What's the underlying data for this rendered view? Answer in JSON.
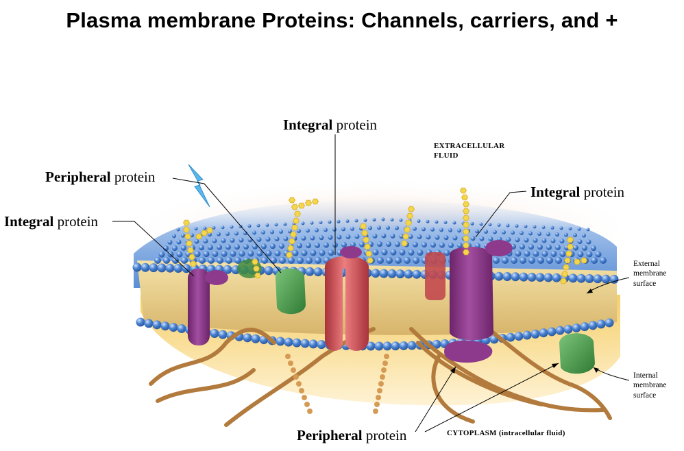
{
  "title": "Plasma membrane Proteins: Channels, carriers, and +",
  "labels": {
    "integral_top": {
      "bold": "Integral",
      "rest": " protein"
    },
    "integral_right": {
      "bold": "Integral",
      "rest": " protein"
    },
    "integral_left": {
      "bold": "Integral",
      "rest": " protein"
    },
    "peripheral_top": {
      "bold": "Peripheral",
      "rest": " protein"
    },
    "peripheral_bottom": {
      "bold": "Peripheral",
      "rest": " protein"
    },
    "extracellular_line1": "EXTRACELLULAR",
    "extracellular_line2": "FLUID",
    "cytoplasm": "CYTOPLASM (intracellular fluid)",
    "external_line1": "External",
    "external_line2": "membrane",
    "external_line3": "surface",
    "internal_line1": "Internal",
    "internal_line2": "membrane",
    "internal_line3": "surface"
  },
  "colors": {
    "head_blue": "#3d74c4",
    "membrane_top": "#8fb4e6",
    "cytoplasm_yellow": "#f1c45a",
    "integral_purple": "#8e3a8c",
    "channel_red": "#d9555b",
    "peripheral_green": "#4a9a4a",
    "glyco_yellow": "#f2d64c",
    "filament_brown": "#b07a3c",
    "pointer_blue": "#5ab8ec"
  }
}
